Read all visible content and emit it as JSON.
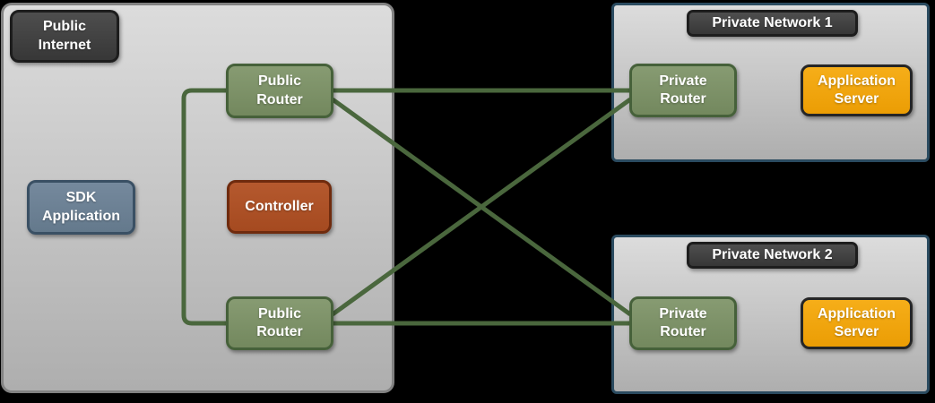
{
  "public_internet": {
    "badge": "Public\nInternet",
    "nodes": {
      "public_router_top": {
        "label": "Public\nRouter"
      },
      "public_router_bottom": {
        "label": "Public\nRouter"
      },
      "sdk_application": {
        "label": "SDK\nApplication"
      },
      "controller": {
        "label": "Controller"
      }
    }
  },
  "private_network_1": {
    "badge": "Private Network 1",
    "nodes": {
      "private_router": {
        "label": "Private\nRouter"
      },
      "application_server": {
        "label": "Application\nServer"
      }
    }
  },
  "private_network_2": {
    "badge": "Private Network 2",
    "nodes": {
      "private_router": {
        "label": "Private\nRouter"
      },
      "application_server": {
        "label": "Application\nServer"
      }
    }
  },
  "connections": [
    {
      "from": "public-router-top",
      "to": "public-router-bottom",
      "style": "left-bracket"
    },
    {
      "from": "public-router-top",
      "to": "private-network-1-private-router",
      "style": "straight"
    },
    {
      "from": "public-router-top",
      "to": "private-network-2-private-router",
      "style": "diagonal"
    },
    {
      "from": "public-router-bottom",
      "to": "private-network-2-private-router",
      "style": "straight"
    },
    {
      "from": "public-router-bottom",
      "to": "private-network-1-private-router",
      "style": "diagonal"
    }
  ],
  "colors": {
    "page_background": "#000000",
    "zone_fill_top": "#dcdcdc",
    "zone_fill_bottom": "#aeaeae",
    "public_zone_border": "#828282",
    "private_zone_border": "#2b4b60",
    "badge_fill": "#414141",
    "badge_border": "#1d1d1d",
    "router_green_fill": "#7d9268",
    "router_green_border": "#46613a",
    "sdk_blue_fill": "#6b8094",
    "sdk_blue_border": "#3a5064",
    "controller_red_fill": "#ad5027",
    "controller_red_border": "#6f2b0e",
    "server_orange_fill": "#f2a50d",
    "server_orange_border": "#262626",
    "connection_line": "#4a673d",
    "label_text": "#ffffff"
  }
}
